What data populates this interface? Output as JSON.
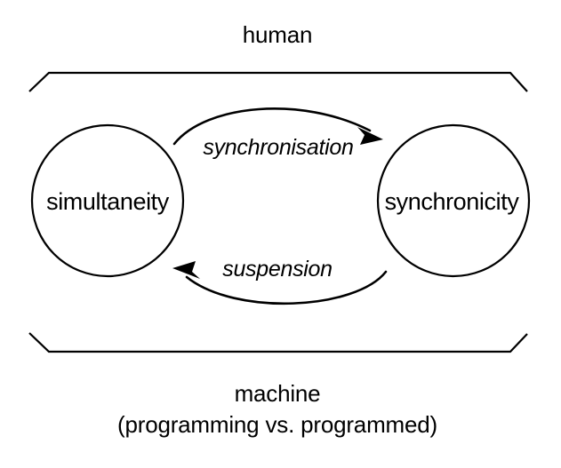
{
  "diagram": {
    "type": "concept-diagram",
    "title_top": "human",
    "title_bottom_line1": "machine",
    "title_bottom_line2": "(programming vs. programmed)",
    "nodes": [
      {
        "id": "left",
        "label": "simultaneity"
      },
      {
        "id": "right",
        "label": "synchronicity"
      }
    ],
    "edges": [
      {
        "id": "top",
        "label": "synchronisation",
        "from": "simultaneity",
        "to": "synchronicity",
        "direction": "left-to-right"
      },
      {
        "id": "bottom",
        "label": "suspension",
        "from": "synchronicity",
        "to": "simultaneity",
        "direction": "right-to-left"
      }
    ],
    "brackets": [
      {
        "id": "top-bracket",
        "position": "above",
        "groups": "human"
      },
      {
        "id": "bottom-bracket",
        "position": "below",
        "groups": "machine"
      }
    ],
    "colors": {
      "stroke": "#000000",
      "text": "#000000",
      "background": "#ffffff"
    }
  }
}
